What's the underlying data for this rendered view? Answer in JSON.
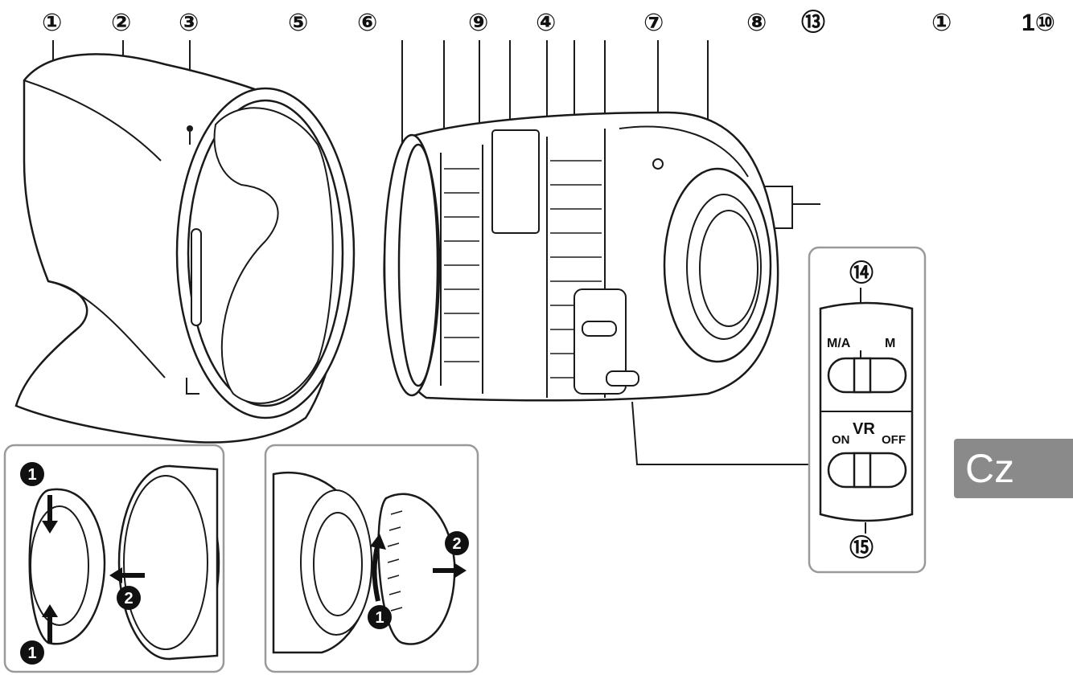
{
  "callouts": [
    {
      "id": "c1",
      "label": "①"
    },
    {
      "id": "c2",
      "label": "②"
    },
    {
      "id": "c3",
      "label": "③"
    },
    {
      "id": "c5",
      "label": "⑤"
    },
    {
      "id": "c6",
      "label": "⑥"
    },
    {
      "id": "c9",
      "label": "⑨"
    },
    {
      "id": "c4",
      "label": "④"
    },
    {
      "id": "c7",
      "label": "⑦"
    },
    {
      "id": "c8",
      "label": "⑧"
    },
    {
      "id": "c13",
      "label": "⑬"
    },
    {
      "id": "c1b",
      "label": "①"
    },
    {
      "id": "c10",
      "label": "1⑩"
    },
    {
      "id": "c14",
      "label": "⑭"
    },
    {
      "id": "c15",
      "label": "⑮"
    }
  ],
  "switch_panel": {
    "focus_left": "M/A",
    "focus_right": "M",
    "vr_title": "VR",
    "vr_left": "ON",
    "vr_right": "OFF"
  },
  "steps": {
    "one": "1",
    "two": "2"
  },
  "language_badge": "Cz",
  "colors": {
    "line": "#1a1a1a",
    "panel_border": "#9a9a9a",
    "badge": "#8a8a8a"
  }
}
